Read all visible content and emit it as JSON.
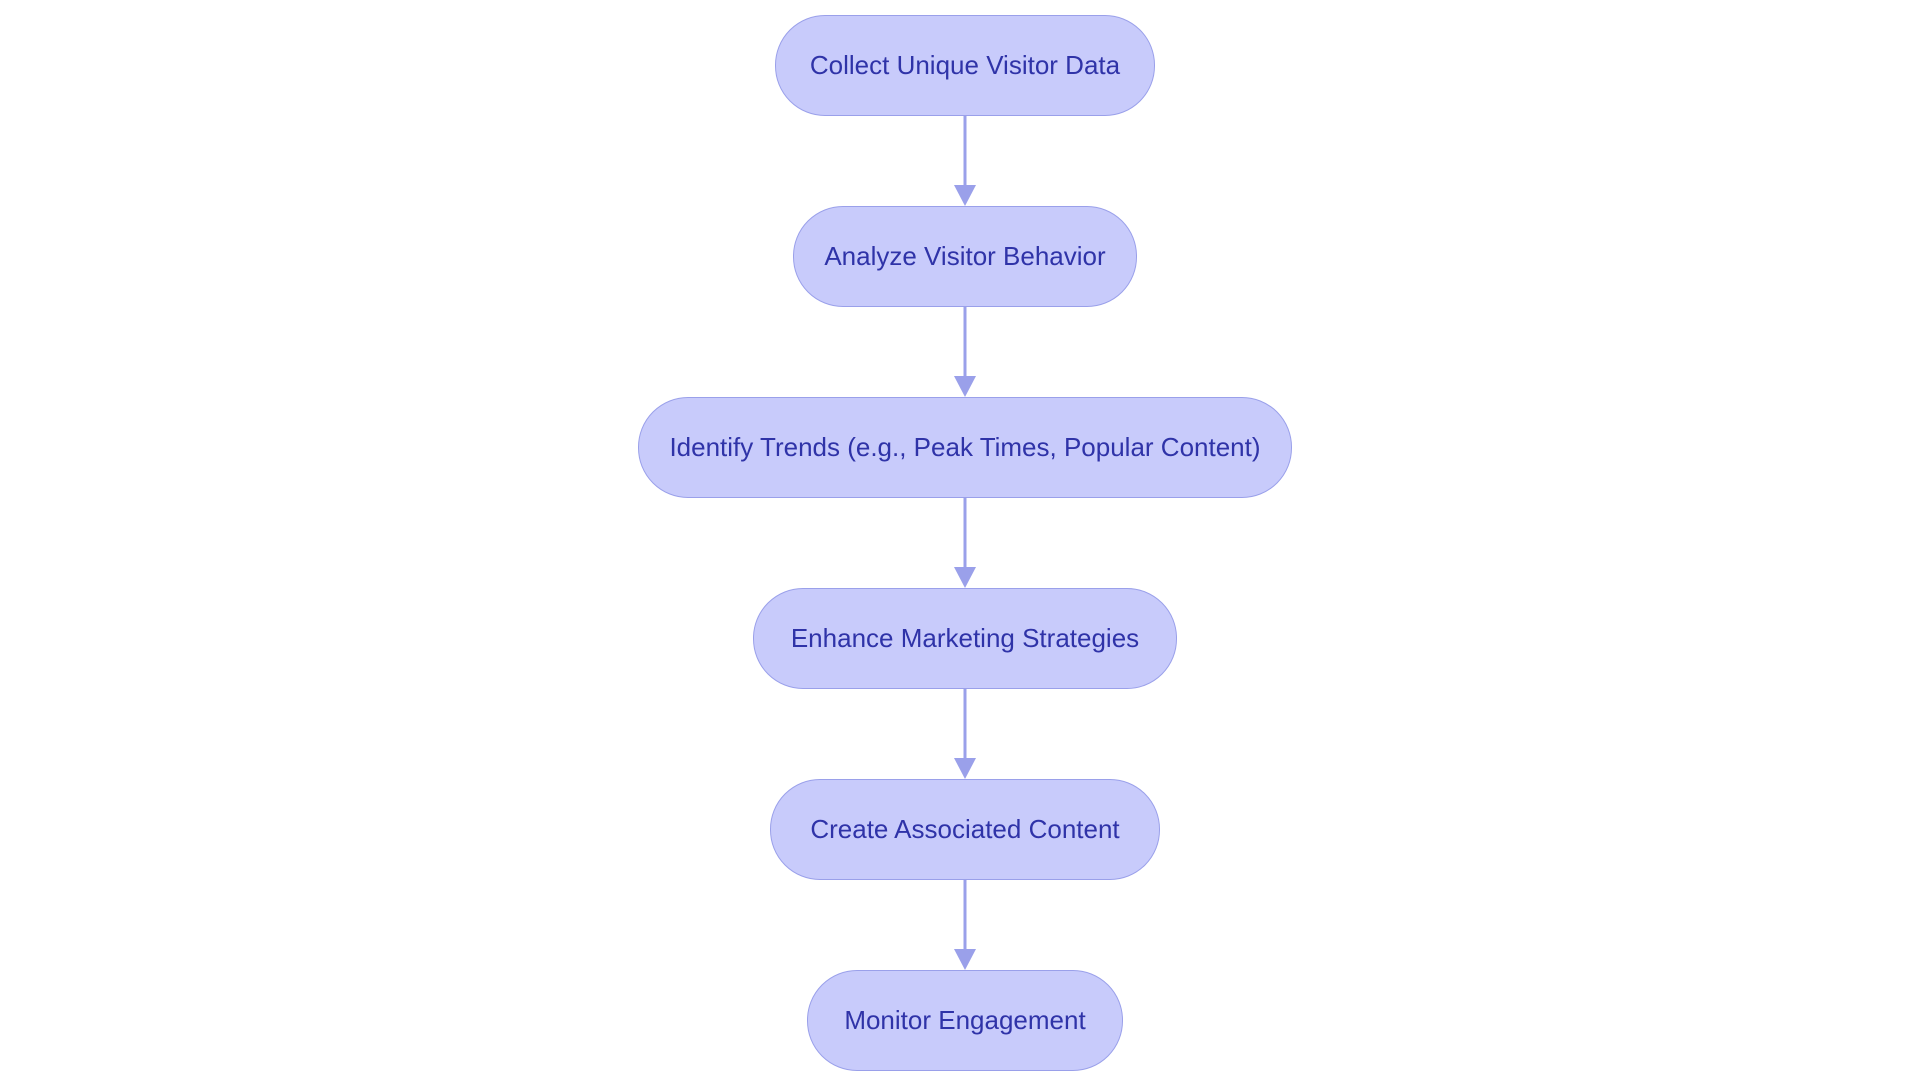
{
  "diagram": {
    "type": "flowchart",
    "direction": "top-to-bottom",
    "colors": {
      "node_fill": "#c8cbfb",
      "node_border": "#9aa0ea",
      "node_text": "#2f33a8",
      "edge": "#9aa0ea"
    },
    "nodes": [
      {
        "id": "n1",
        "label": "Collect Unique Visitor Data"
      },
      {
        "id": "n2",
        "label": "Analyze Visitor Behavior"
      },
      {
        "id": "n3",
        "label": "Identify Trends (e.g., Peak Times, Popular Content)"
      },
      {
        "id": "n4",
        "label": "Enhance Marketing Strategies"
      },
      {
        "id": "n5",
        "label": "Create Associated Content"
      },
      {
        "id": "n6",
        "label": "Monitor Engagement"
      }
    ],
    "edges": [
      {
        "from": "n1",
        "to": "n2"
      },
      {
        "from": "n2",
        "to": "n3"
      },
      {
        "from": "n3",
        "to": "n4"
      },
      {
        "from": "n4",
        "to": "n5"
      },
      {
        "from": "n5",
        "to": "n6"
      }
    ]
  }
}
